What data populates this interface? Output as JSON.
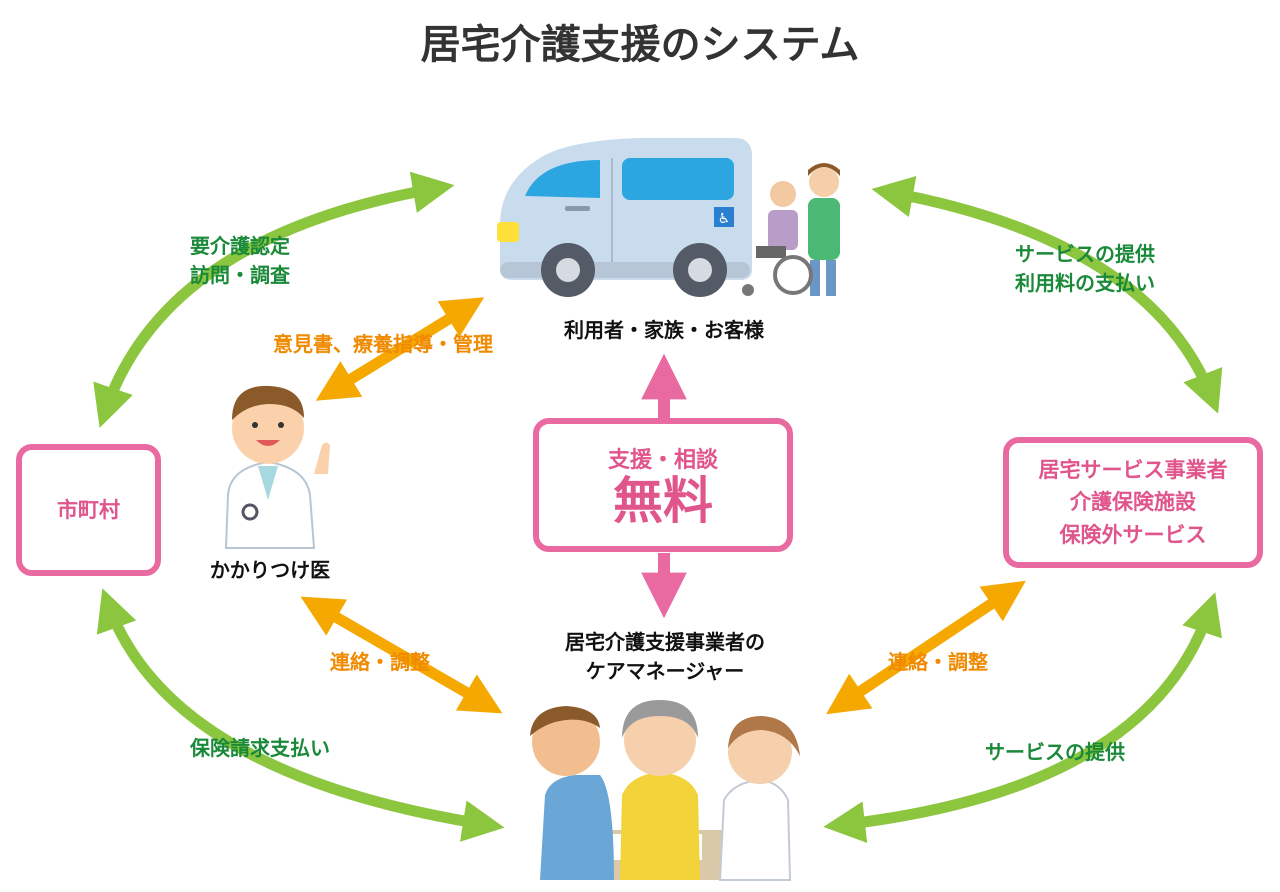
{
  "title": "居宅介護支援のシステム",
  "nodes": {
    "user": {
      "label": "利用者・家族・お客様"
    },
    "municipality": {
      "label": "市町村"
    },
    "doctor": {
      "label": "かかりつけ医"
    },
    "center": {
      "sub": "支援・相談",
      "main": "無料"
    },
    "providers": {
      "lines": [
        "居宅サービス事業者",
        "介護保険施設",
        "保険外サービス"
      ]
    },
    "caremanager": {
      "lines": [
        "居宅介護支援事業者の",
        "ケアマネージャー"
      ]
    }
  },
  "arrows": {
    "top_left": {
      "lines": [
        "要介護認定",
        "訪問・調査"
      ]
    },
    "doctor_user": {
      "label": "意見書、療養指導・管理"
    },
    "top_right": {
      "lines": [
        "サービスの提供",
        "利用料の支払い"
      ]
    },
    "doctor_cm": {
      "label": "連絡・調整"
    },
    "providers_cm": {
      "label": "連絡・調整"
    },
    "bottom_left": {
      "label": "保険請求支払い"
    },
    "bottom_right": {
      "label": "サービスの提供"
    }
  },
  "colors": {
    "green_arrow": "#8cc63f",
    "orange_arrow": "#f5a800",
    "pink": "#e96aa1",
    "green_text": "#1a8a3a",
    "orange_text": "#f08a00"
  },
  "icons": {
    "van": "wheelchair-van-icon",
    "people": "caregiver-wheelchair-icon",
    "doctor": "doctor-icon",
    "meeting": "meeting-people-icon"
  }
}
